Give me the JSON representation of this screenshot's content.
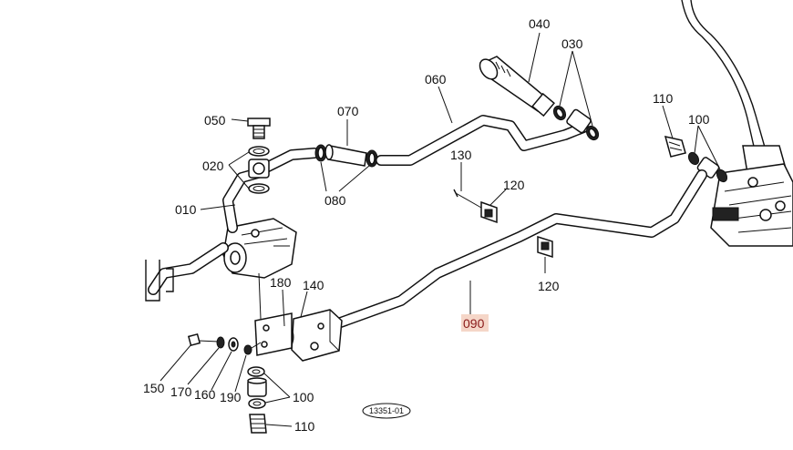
{
  "diagram": {
    "drawing_number": "13351-01",
    "highlight_color": "#f5d6c8",
    "labels": {
      "p010": "010",
      "p020": "020",
      "p030": "030",
      "p040": "040",
      "p050": "050",
      "p060": "060",
      "p070": "070",
      "p080": "080",
      "p090": "090",
      "p100_upper": "100",
      "p100_lower": "100",
      "p110_upper": "110",
      "p110_lower": "110",
      "p120_upper": "120",
      "p120_lower": "120",
      "p130": "130",
      "p140": "140",
      "p150": "150",
      "p160": "160",
      "p170": "170",
      "p180": "180",
      "p190": "190"
    }
  }
}
